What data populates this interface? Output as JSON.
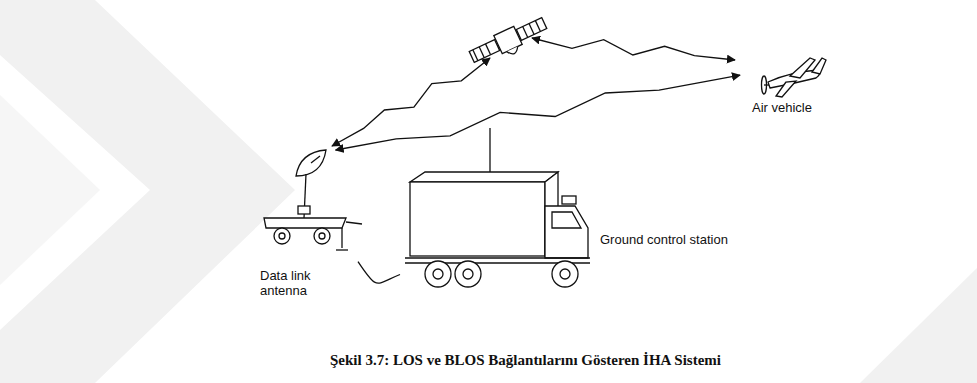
{
  "diagram": {
    "caption": "Şekil 3.7: LOS ve BLOS Bağlantılarını Gösteren İHA Sistemi",
    "nodes": [
      {
        "text": [
          "Air vehicle"
        ]
      },
      {
        "text": [
          "Ground control station"
        ]
      },
      {
        "text": [
          "Data link antenna"
        ]
      }
    ],
    "edges": [
      {
        "from": 2,
        "to": 0,
        "arrow": "both"
      },
      {
        "from": 2,
        "to": 1,
        "arrow": "none"
      }
    ]
  }
}
